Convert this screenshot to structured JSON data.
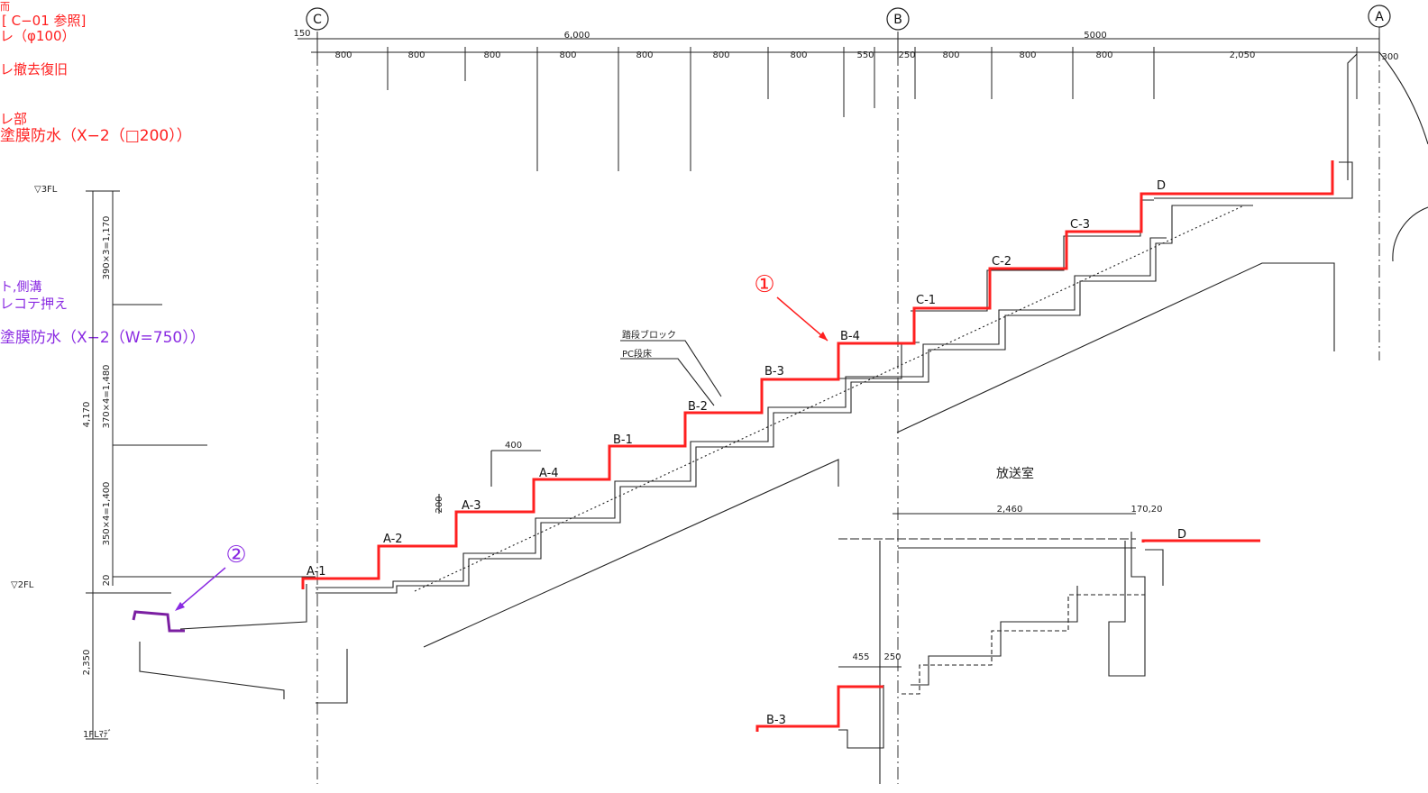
{
  "notes": {
    "n0": "而",
    "n1": "[ C−01 参照]",
    "n2": "レ（φ100）",
    "n3": "レ撤去復旧",
    "n4": "レ部",
    "n5": "塗膜防水（X−2（□200））",
    "n6": "ト,側溝",
    "n7": "レコテ押え",
    "n8": "塗膜防水（X−2（W=750））"
  },
  "axes": {
    "a": "A",
    "b": "B",
    "c": "C"
  },
  "top_dims": {
    "span_c_b": "6,000",
    "span_b_a": "5000",
    "left_150": "150",
    "right_300": "300",
    "segments": [
      "800",
      "800",
      "800",
      "800",
      "800",
      "800",
      "800",
      "550",
      "250",
      "800",
      "800",
      "800",
      "2,050"
    ]
  },
  "vertical_dims": {
    "fl3": "▽3FL",
    "fl2": "▽2FL",
    "fl1": "1FLﾏﾃﾞ",
    "total": "4,170",
    "upper": "390×3=1,170",
    "middle": "370×4=1,480",
    "lower": "350×4=1,400",
    "bottom": "2,350",
    "small": "20"
  },
  "steps": {
    "a1": "A-1",
    "a2": "A-2",
    "a3": "A-3",
    "a4": "A-4",
    "b1": "B-1",
    "b2": "B-2",
    "b3": "B-3",
    "b4": "B-4",
    "c1": "C-1",
    "c2": "C-2",
    "c3": "C-3",
    "d": "D",
    "d2": "D",
    "b3_lower": "B-3"
  },
  "annotations": {
    "marker1": "①",
    "marker2": "②",
    "block_label": "踏段ブロック",
    "pc_label": "PC段床",
    "dim_400": "400",
    "dim_200": "200",
    "room": "放送室",
    "dim_2460": "2,460",
    "dim_170_20": "170,20",
    "dim_455": "455",
    "dim_250": "250"
  },
  "colors": {
    "red": "#ff2020",
    "purple": "#8a2be2",
    "line": "#222222"
  }
}
